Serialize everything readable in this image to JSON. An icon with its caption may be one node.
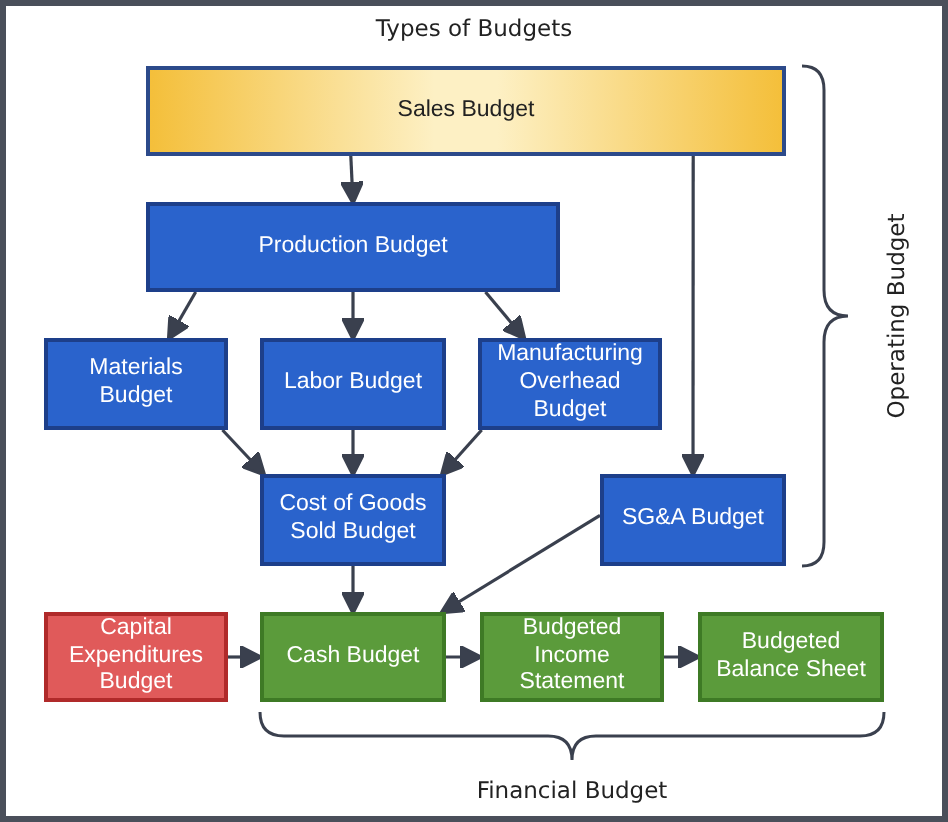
{
  "diagram": {
    "title": "Types of Budgets",
    "nodes": [
      {
        "text": [
          "Sales Budget"
        ]
      },
      {
        "text": [
          "Production Budget"
        ]
      },
      {
        "text": [
          "Materials Budget"
        ]
      },
      {
        "text": [
          "Labor Budget"
        ]
      },
      {
        "text": [
          "Manufacturing Overhead Budget"
        ]
      },
      {
        "text": [
          "Cost of Goods Sold Budget"
        ]
      },
      {
        "text": [
          "SG&A Budget"
        ]
      },
      {
        "text": [
          "Capital Expenditures Budget"
        ]
      },
      {
        "text": [
          "Cash Budget"
        ]
      },
      {
        "text": [
          "Budgeted Income Statement"
        ]
      },
      {
        "text": [
          "Budgeted Balance Sheet"
        ]
      }
    ],
    "edges": [
      {
        "from": 0,
        "to": 1,
        "arrow": "to"
      },
      {
        "from": 1,
        "to": 2,
        "arrow": "to"
      },
      {
        "from": 1,
        "to": 3,
        "arrow": "to"
      },
      {
        "from": 1,
        "to": 4,
        "arrow": "to"
      },
      {
        "from": 2,
        "to": 5,
        "arrow": "to"
      },
      {
        "from": 3,
        "to": 5,
        "arrow": "to"
      },
      {
        "from": 4,
        "to": 5,
        "arrow": "to"
      },
      {
        "from": 0,
        "to": 6,
        "arrow": "to"
      },
      {
        "from": 5,
        "to": 8,
        "arrow": "to"
      },
      {
        "from": 6,
        "to": 8,
        "arrow": "to"
      },
      {
        "from": 7,
        "to": 8,
        "arrow": "to"
      },
      {
        "from": 8,
        "to": 9,
        "arrow": "to"
      },
      {
        "from": 9,
        "to": 10,
        "arrow": "to"
      }
    ],
    "labels": [
      "Operating Budget",
      "Financial Budget"
    ]
  }
}
